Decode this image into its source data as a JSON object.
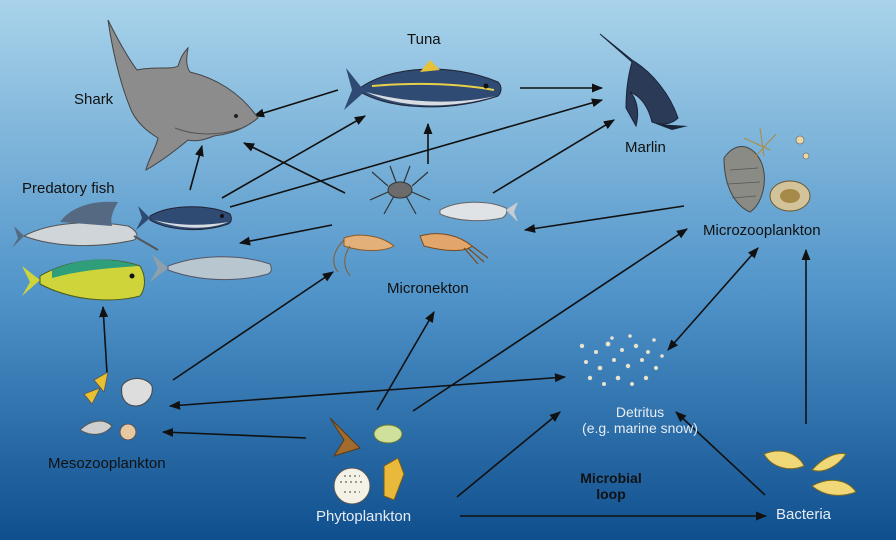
{
  "nodes": {
    "tuna": "Tuna",
    "shark": "Shark",
    "marlin": "Marlin",
    "predatory_fish": "Predatory fish",
    "micronekton": "Micronekton",
    "microzooplankton": "Microzooplankton",
    "mesozooplankton": "Mesozooplankton",
    "detritus": "Detritus",
    "detritus_note": "(e.g. marine snow)",
    "phytoplankton": "Phytoplankton",
    "bacteria": "Bacteria",
    "microbial_loop_line1": "Microbial",
    "microbial_loop_line2": "loop"
  },
  "colors": {
    "water_top": "#a9d3ea",
    "water_mid": "#4f93c9",
    "water_bottom": "#0f4f8e",
    "arrow": "#111111"
  },
  "icons": [
    "shark-icon",
    "tuna-icon",
    "marlin-icon",
    "sailfish-icon",
    "mahi-mahi-icon",
    "small-tuna-icon",
    "mackerel-icon",
    "spider-crab-icon",
    "krill-icon",
    "squid-icon",
    "small-fish-icon",
    "ciliate-icon",
    "diatom-icon",
    "copepod-icon",
    "detritus-particles-icon",
    "bacteria-icon"
  ]
}
